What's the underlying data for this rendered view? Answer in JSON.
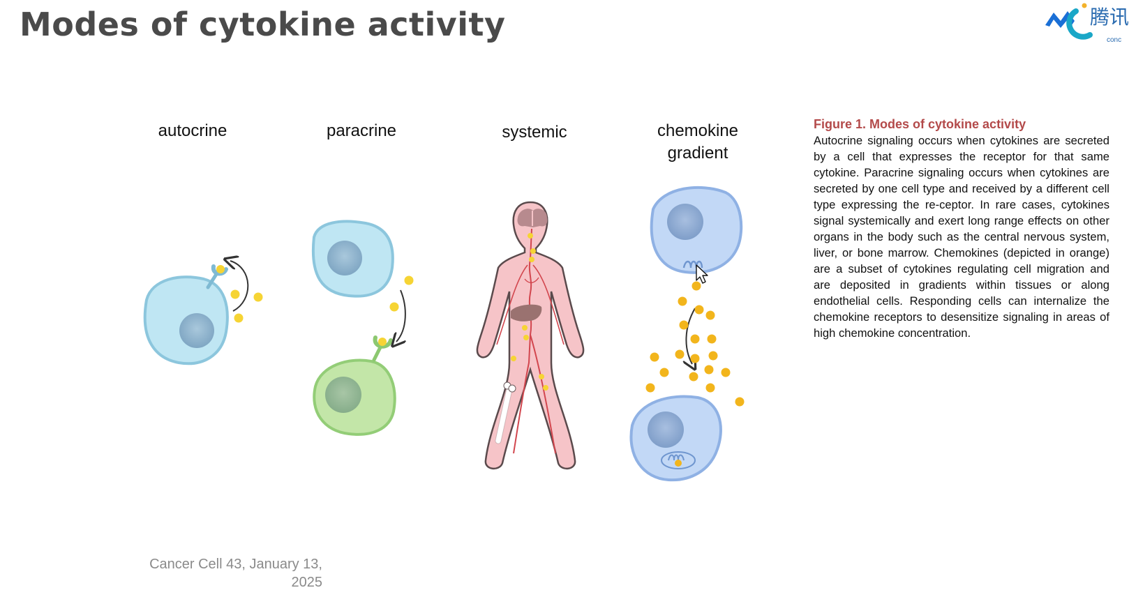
{
  "slide": {
    "title": "Modes of cytokine activity",
    "citation_line1": "Cancer Cell 43, January 13,",
    "citation_line2": "2025"
  },
  "logo": {
    "glyph_text": "腾讯",
    "sub_text": "conc",
    "icon": "mcf-logo-icon"
  },
  "diagram": {
    "panels": [
      {
        "label": "autocrine"
      },
      {
        "label": "paracrine"
      },
      {
        "label": "systemic"
      },
      {
        "label_line1": "chemokine",
        "label_line2": "gradient"
      }
    ]
  },
  "caption": {
    "title": "Figure 1.  Modes of cytokine activity",
    "body": "Autocrine signaling occurs when cytokines are secreted by a cell that expresses the receptor for that same cytokine. Paracrine signaling occurs when cytokines are secreted by one cell type and received by a different cell type expressing the re-ceptor. In rare cases, cytokines signal systemically and exert long range effects on other organs in the body such as the central nervous system, liver, or bone marrow. Chemokines (depicted in orange) are a subset of cytokines regulating cell migration and are deposited in gradients within tissues or along endothelial cells. Responding cells can internalize the chemokine receptors to desensitize signaling in areas of high chemokine concentration."
  },
  "colors": {
    "title": "#4a4a4a",
    "caption_title": "#b34a4a",
    "cell_blue": "#bfe6f3",
    "cell_blue_border": "#8cc6dd",
    "cell_green": "#c3e6a8",
    "cell_purple_blue": "#c2d8f6",
    "body_pink": "#f6c4c8",
    "cytokine_yellow": "#f6d434",
    "chemokine_orange": "#f2b51c",
    "citation": "#8a8a8a"
  }
}
